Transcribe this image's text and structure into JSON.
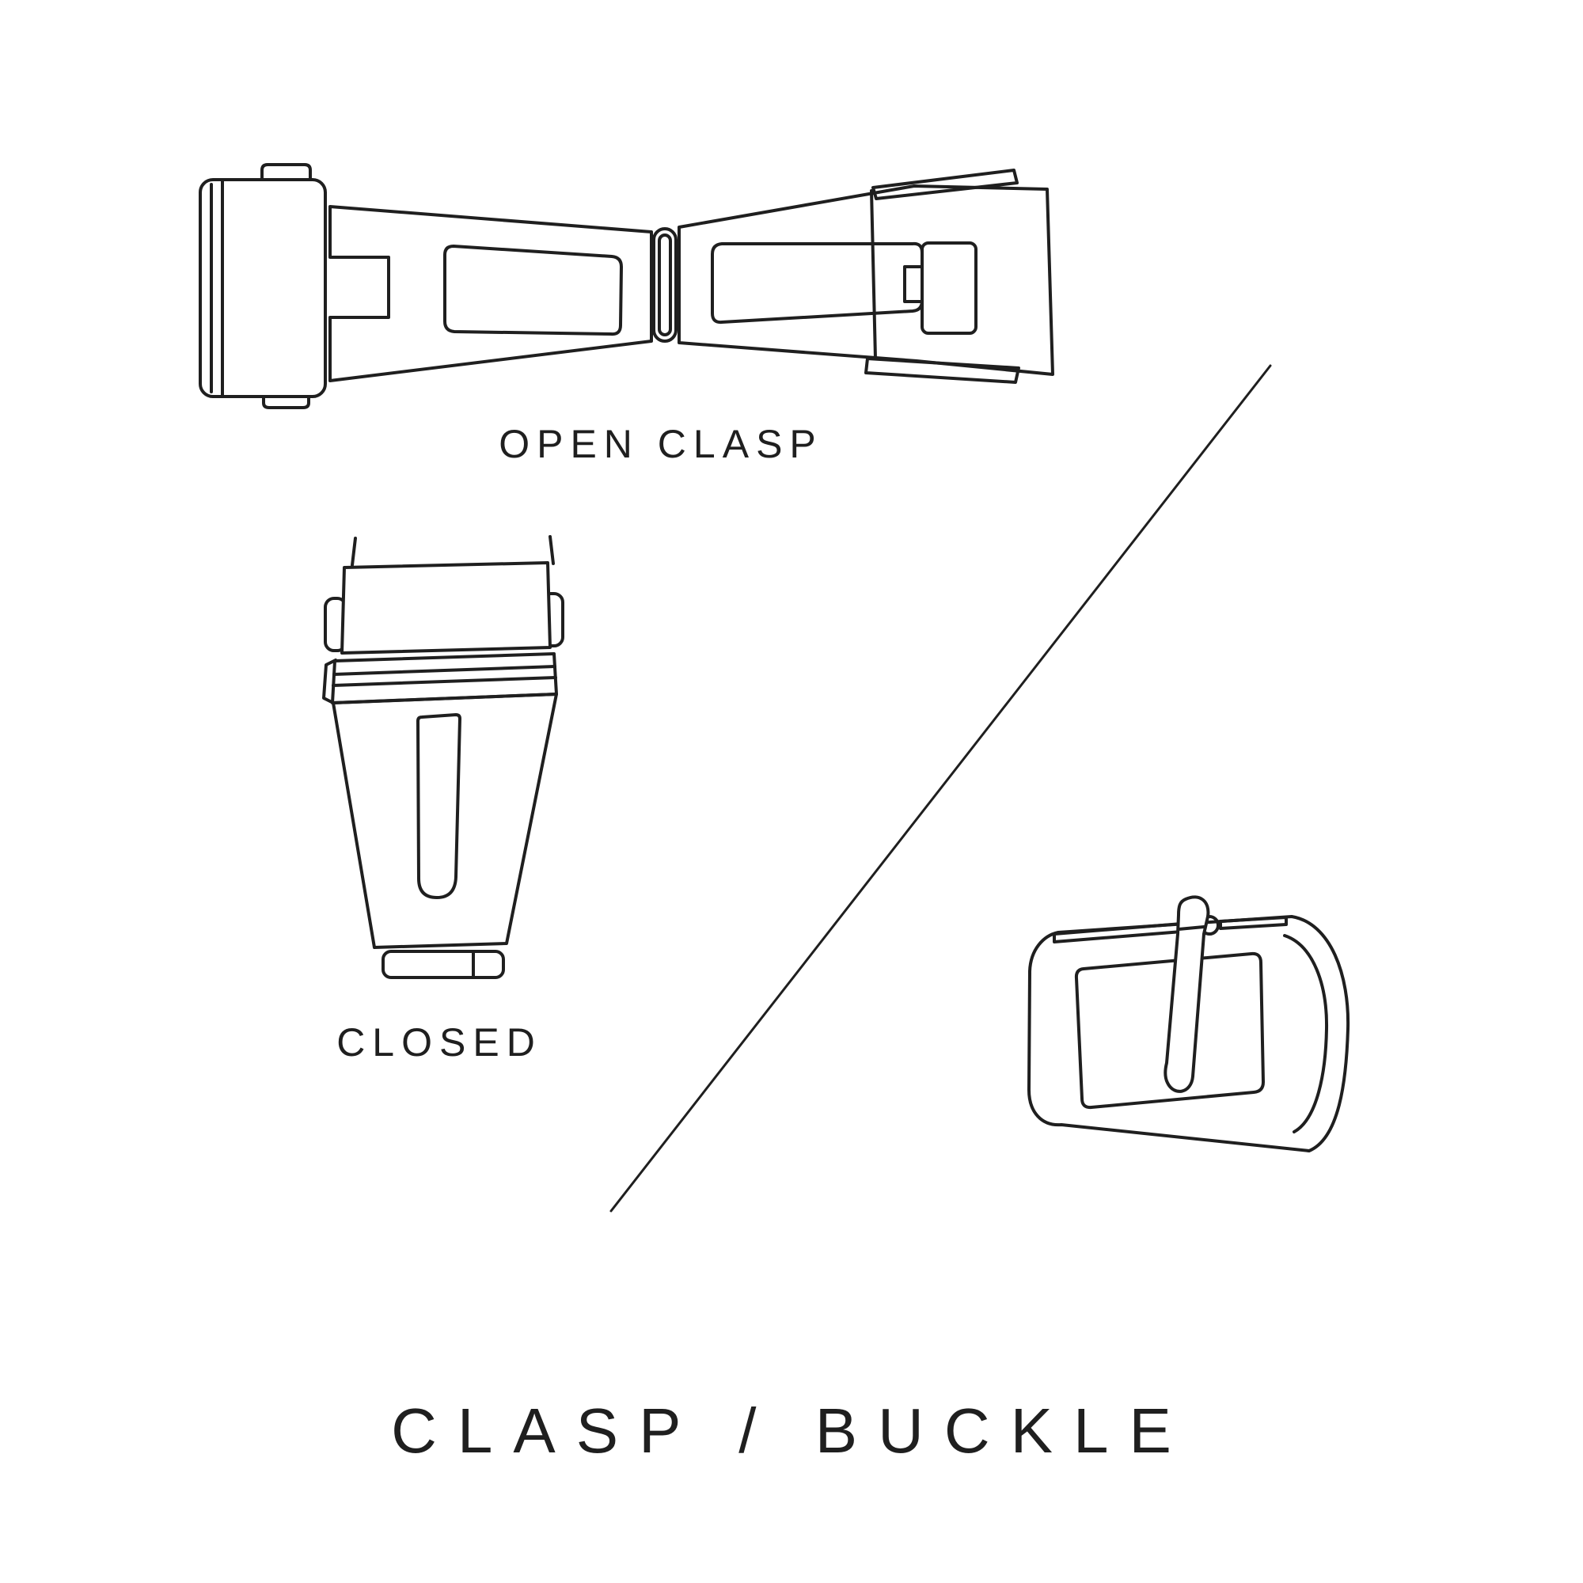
{
  "page": {
    "background_color": "#ffffff",
    "line_color": "#1f1f1f",
    "text_color": "#1f1f1f"
  },
  "title": "CLASP / BUCKLE",
  "labels": {
    "open_clasp": "OPEN CLASP",
    "closed": "CLOSED"
  },
  "illustrations": {
    "open_clasp": "open-deployant-clasp-line-drawing",
    "closed_clasp": "closed-deployant-clasp-line-drawing",
    "buckle": "pin-buckle-line-drawing",
    "divider": "diagonal-divider-line"
  }
}
